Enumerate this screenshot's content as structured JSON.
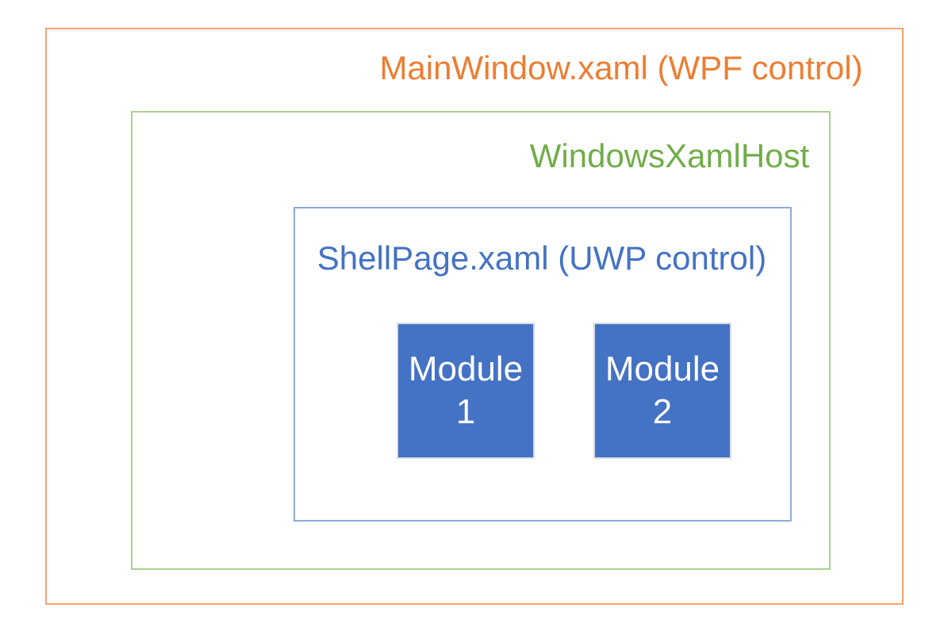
{
  "boxes": {
    "mainwindow": {
      "label": "MainWindow.xaml (WPF control)",
      "text_color": "#ED7D31",
      "border_color": "#F2A46F"
    },
    "xamlhost": {
      "label": "WindowsXamlHost",
      "text_color": "#70AD47",
      "border_color": "#A9D18E"
    },
    "shellpage": {
      "label": "ShellPage.xaml (UWP control)",
      "text_color": "#4472C4",
      "border_color": "#8EAADC"
    },
    "modules": {
      "fill": "#4472C4",
      "border_color": "#D6DCE5",
      "text_color": "#FFFFFF",
      "items": [
        {
          "lines": [
            "Module",
            "1"
          ]
        },
        {
          "lines": [
            "Module",
            "2"
          ]
        }
      ]
    }
  }
}
